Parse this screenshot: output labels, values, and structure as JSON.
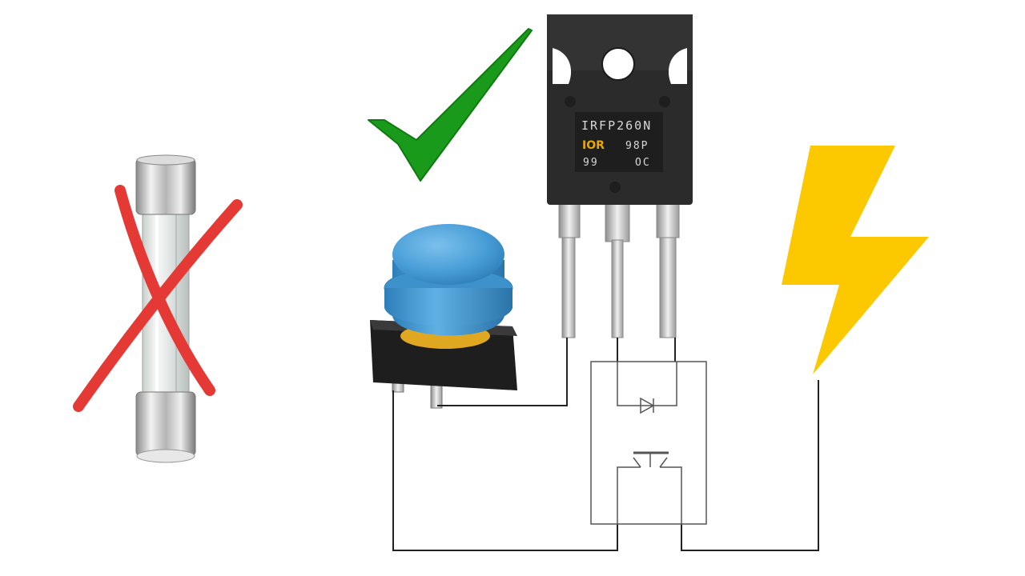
{
  "mosfet": {
    "part_number": "IRFP260N",
    "logo": "IOR",
    "code_line_1": "98P",
    "code_line_2_left": "99",
    "code_line_2_right": "OC"
  },
  "symbols": {
    "blown_fuse": "red-cross-icon",
    "works": "green-checkmark-icon",
    "power": "lightning-bolt-icon"
  },
  "colors": {
    "cross": "#e53935",
    "check": "#1a9a1a",
    "bolt": "#fcc800",
    "button_cap": "#4a9fd8",
    "wire": "#222222",
    "mosfet_body": "#2b2b2b"
  }
}
